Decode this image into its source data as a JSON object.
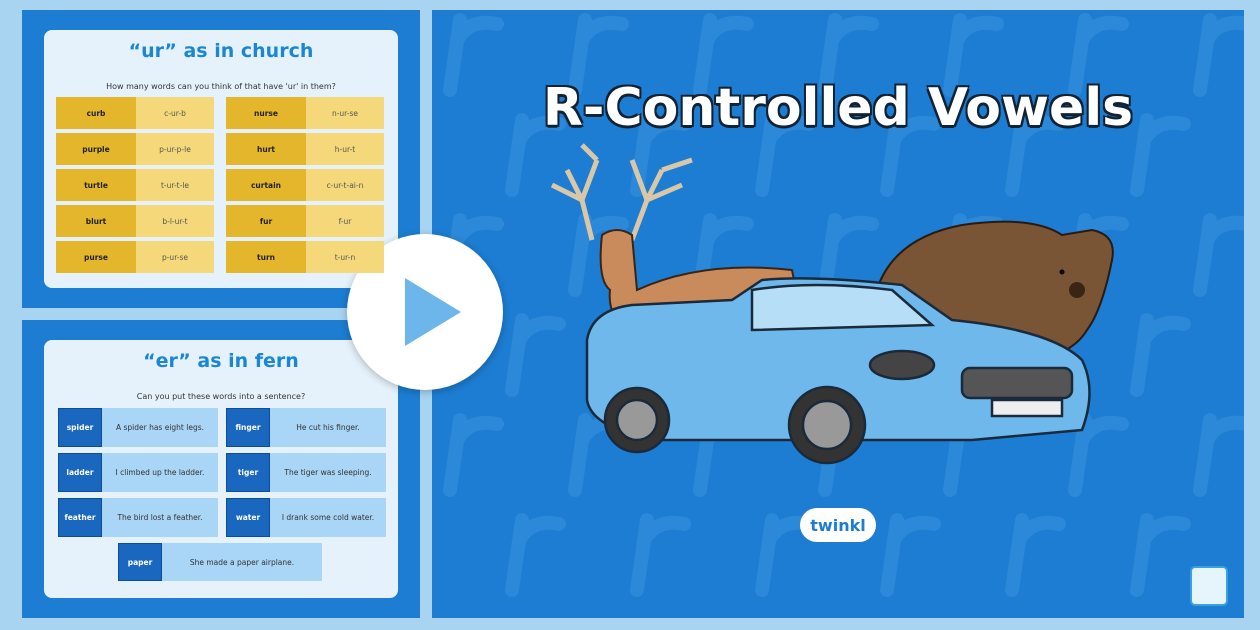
{
  "slide_ur": {
    "title": "“ur” as in church",
    "subtitle": "How many words can you think of that have 'ur' in them?",
    "rows": [
      [
        "curb",
        "c-ur-b",
        "nurse",
        "n-ur-se"
      ],
      [
        "purple",
        "p-ur-p-le",
        "hurt",
        "h-ur-t"
      ],
      [
        "turtle",
        "t-ur-t-le",
        "curtain",
        "c-ur-t-ai-n"
      ],
      [
        "blurt",
        "b-l-ur-t",
        "fur",
        "f-ur"
      ],
      [
        "purse",
        "p-ur-se",
        "turn",
        "t-ur-n"
      ]
    ]
  },
  "slide_er": {
    "title": "“er” as in fern",
    "subtitle": "Can you put these words into a sentence?",
    "rows": [
      [
        "spider",
        "A spider has eight legs.",
        "finger",
        "He cut his finger."
      ],
      [
        "ladder",
        "I climbed up the ladder.",
        "tiger",
        "The tiger was sleeping."
      ],
      [
        "feather",
        "The bird lost a feather.",
        "water",
        "I drank some cold water."
      ]
    ],
    "last": [
      "paper",
      "She made a paper airplane."
    ]
  },
  "main": {
    "title": "R-Controlled Vowels",
    "logo": "twinkl",
    "watermark": "r"
  },
  "colors": {
    "background": "#a8d4f2",
    "slide_blue": "#1c7dd2",
    "ur_dark": "#e3b62c",
    "ur_light": "#f4d87a",
    "er_dark": "#1a67c0",
    "er_light": "#a9d5f6"
  },
  "icons": {
    "play": "play-icon",
    "badge": "quality-badge-icon"
  }
}
